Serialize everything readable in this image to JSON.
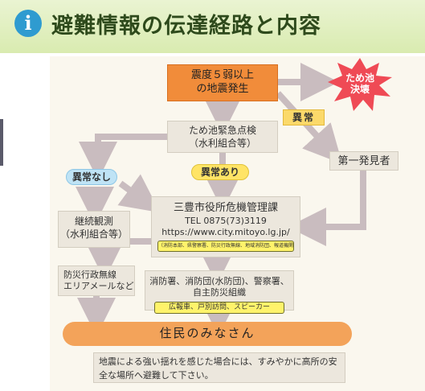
{
  "header": {
    "title": "避難情報の伝達経路と内容",
    "icon": "info-icon"
  },
  "nodes": {
    "quake_line1": "震度５弱以上",
    "quake_line2": "の地震発生",
    "pond_line1": "ため池",
    "pond_line2": "決壊",
    "check_line1": "ため池緊急点検",
    "check_line2": "（水利組合等）",
    "first_finder": "第一発見者",
    "abnormal": "異常",
    "no_abnormal": "異常なし",
    "abnormal_found": "異常あり",
    "crisis_name": "三豊市役所危機管理課",
    "crisis_tel": "TEL 0875(73)3119",
    "crisis_url": "https://www.city.mitoyo.lg.jp/",
    "crisis_tags": "（消防本部、県警察署、防災行政無線、地域消防団、報道機関等）",
    "monitor_line1": "継続観測",
    "monitor_line2": "（水利組合等）",
    "broadcast_line1": "防災行政無線",
    "broadcast_line2": "エリアメールなど",
    "teams_line": "消防署、消防団(水防団)、警察署、自主防災組織",
    "teams_tags": "広報車、戸別訪問、スピーカー",
    "residents": "住民のみなさん",
    "notice": "地震による強い揺れを感じた場合には、すみやかに高所の安全な場所へ避難して下さい。"
  },
  "colors": {
    "orange": "#f18c3a",
    "burst": "#ef4a55",
    "arrow": "#c9bcbf",
    "header_green": "#d9ebb0",
    "info_blue": "#2f9bd0"
  }
}
